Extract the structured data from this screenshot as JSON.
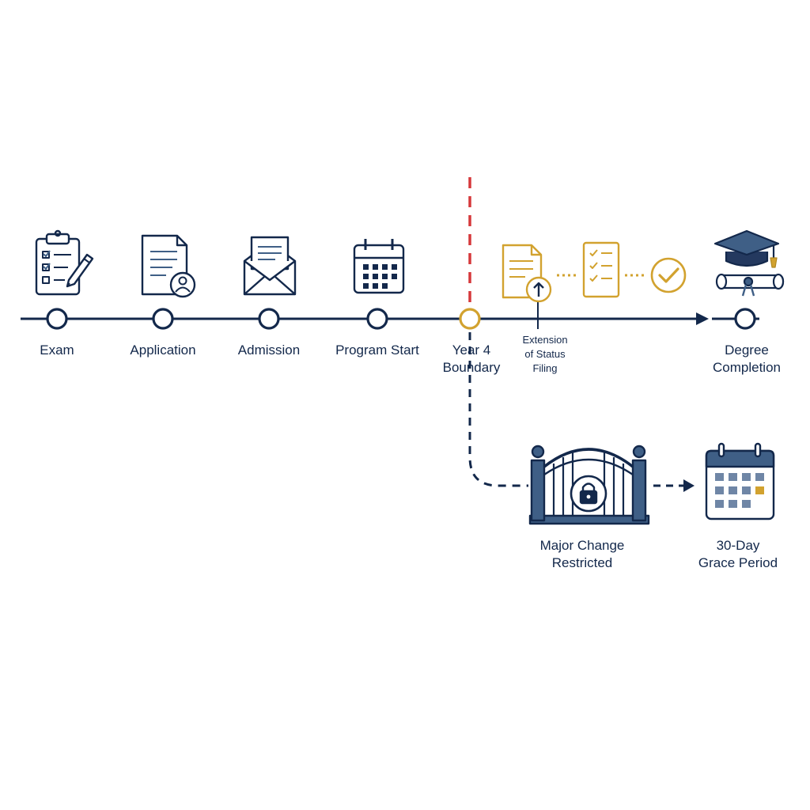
{
  "colors": {
    "navy": "#13284b",
    "gold": "#d2a22f",
    "red": "#d6383b",
    "slate": "#3f5f86",
    "light_gray": "#eef1f5"
  },
  "milestones": [
    {
      "id": "exam",
      "label": "Exam",
      "icon": "clipboard-checklist-icon"
    },
    {
      "id": "application",
      "label": "Application",
      "icon": "document-profile-icon"
    },
    {
      "id": "admission",
      "label": "Admission",
      "icon": "envelope-letter-icon"
    },
    {
      "id": "program-start",
      "label": "Program Start",
      "icon": "calendar-icon"
    },
    {
      "id": "year4",
      "label_lines": [
        "Year 4",
        "Boundary"
      ],
      "icon": "none"
    },
    {
      "id": "degree",
      "label_lines": [
        "Degree",
        "Completion"
      ],
      "icon": "graduation-cap-diploma-icon"
    }
  ],
  "extension": {
    "label_lines": [
      "Extension",
      "of Status",
      "Filing"
    ],
    "icons": [
      "upload-document-icon",
      "checklist-icon",
      "check-circle-icon"
    ]
  },
  "branch": {
    "gate": {
      "label_lines": [
        "Major Change",
        "Restricted"
      ],
      "icon": "locked-gate-icon"
    },
    "grace": {
      "label_lines": [
        "30-Day",
        "Grace Period"
      ],
      "icon": "calendar-grid-icon"
    }
  }
}
